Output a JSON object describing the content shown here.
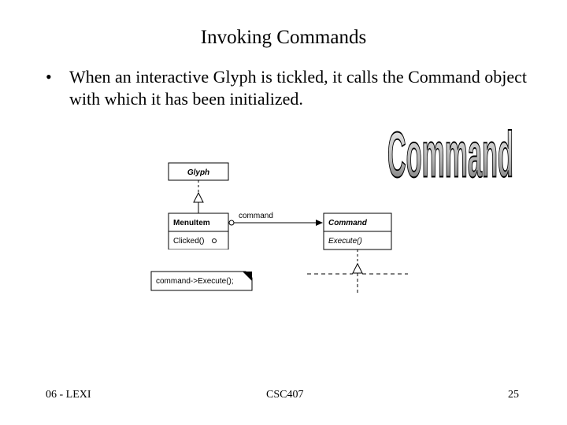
{
  "slide": {
    "title": "Invoking Commands",
    "bullet": "When an interactive Glyph is tickled, it calls the Command object with which it has been initialized.",
    "bullet_marker": "•"
  },
  "diagram": {
    "glyph_class": "Glyph",
    "menuitem_class": "MenuItem",
    "menuitem_method": "Clicked()",
    "command_class": "Command",
    "command_method": "Execute()",
    "association_label": "command",
    "note_text": "command->Execute();"
  },
  "wordart": {
    "text": "Command"
  },
  "footer": {
    "left": "06 - LEXI",
    "center": "CSC407",
    "right": "25"
  }
}
